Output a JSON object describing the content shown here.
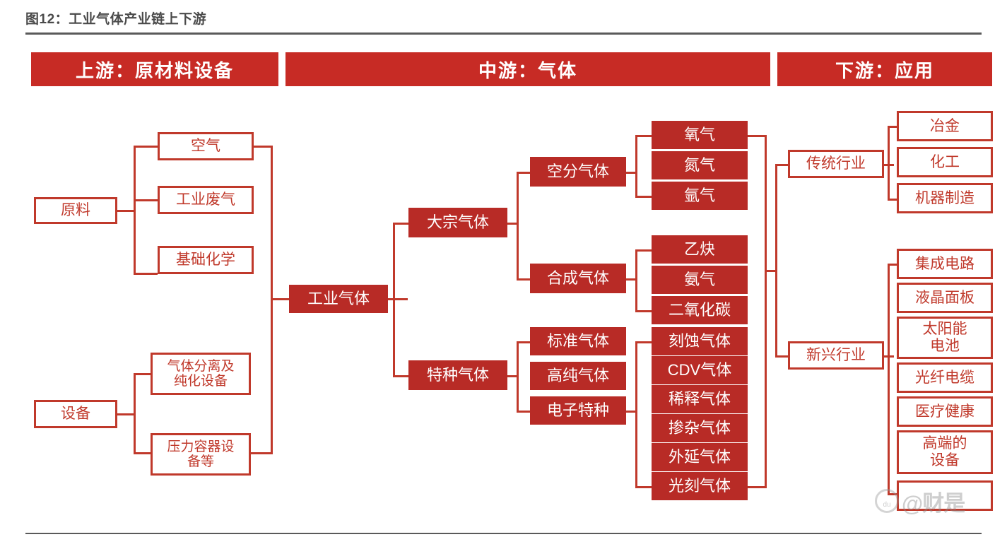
{
  "figure": {
    "title": "图12：工业气体产业链上下游"
  },
  "stages": {
    "upstream": "上游：原材料设备",
    "midstream": "中游：气体",
    "downstream": "下游：应用"
  },
  "upstream": {
    "roots": [
      {
        "label": "原料"
      },
      {
        "label": "设备"
      }
    ],
    "material_children": [
      {
        "label": "空气"
      },
      {
        "label": "工业废气"
      },
      {
        "label": "基础化学"
      }
    ],
    "equipment_children": [
      {
        "label": "气体分离及\n纯化设备"
      },
      {
        "label": "压力容器设\n备等"
      }
    ]
  },
  "midstream": {
    "root": {
      "label": "工业气体"
    },
    "categories": [
      {
        "label": "大宗气体"
      },
      {
        "label": "特种气体"
      }
    ],
    "bulk_groups": [
      {
        "label": "空分气体"
      },
      {
        "label": "合成气体"
      }
    ],
    "air_separation_gases": [
      {
        "label": "氧气"
      },
      {
        "label": "氮气"
      },
      {
        "label": "氩气"
      }
    ],
    "synthesis_gases": [
      {
        "label": "乙炔"
      },
      {
        "label": "氨气"
      },
      {
        "label": "二氧化碳"
      }
    ],
    "specialty_groups": [
      {
        "label": "标准气体"
      },
      {
        "label": "高纯气体"
      },
      {
        "label": "电子特种"
      }
    ],
    "electronic_specialty_gases": [
      {
        "label": "刻蚀气体"
      },
      {
        "label": "CDV气体"
      },
      {
        "label": "稀释气体"
      },
      {
        "label": "掺杂气体"
      },
      {
        "label": "外延气体"
      },
      {
        "label": "光刻气体"
      }
    ]
  },
  "downstream": {
    "sectors": [
      {
        "label": "传统行业"
      },
      {
        "label": "新兴行业"
      }
    ],
    "traditional_applications": [
      {
        "label": "冶金"
      },
      {
        "label": "化工"
      },
      {
        "label": "机器制造"
      }
    ],
    "emerging_applications": [
      {
        "label": "集成电路"
      },
      {
        "label": "液晶面板"
      },
      {
        "label": "太阳能\n电池"
      },
      {
        "label": "光纤电缆"
      },
      {
        "label": "医疗健康"
      },
      {
        "label": "高端的\n设备"
      },
      {
        "label": ""
      }
    ]
  },
  "watermark": {
    "text": "@财是"
  },
  "colors": {
    "bar_red": "#c72b25",
    "fill_red": "#b82b26",
    "line_red": "#c0392b",
    "title_gray": "#4a4a4a"
  }
}
